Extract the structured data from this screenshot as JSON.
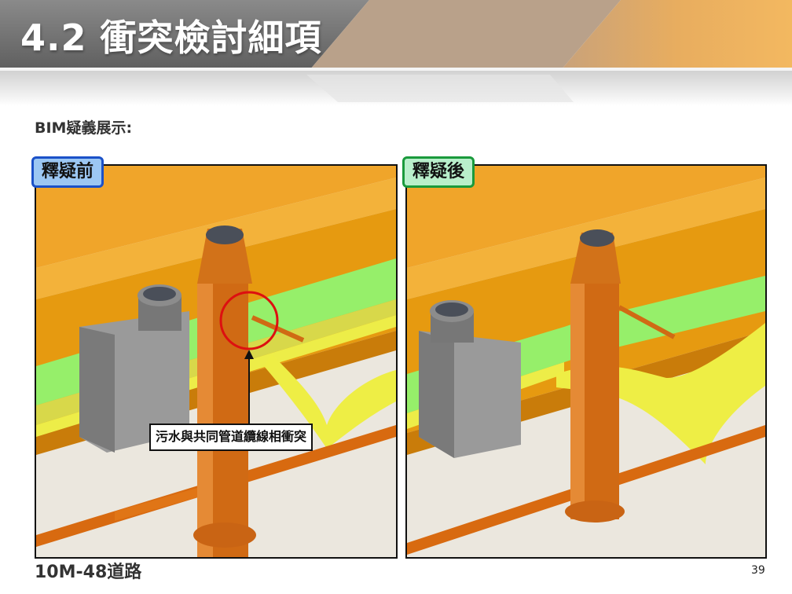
{
  "header": {
    "title": "4.2 衝突檢討細項"
  },
  "subtitle": "BIM疑義展示:",
  "panels": {
    "before": {
      "tag": "釋疑前",
      "callout": "污水與共同管道纜線相衝突"
    },
    "after": {
      "tag": "釋疑後"
    }
  },
  "footer": {
    "label": "10M-48道路",
    "page": "39"
  },
  "colors": {
    "beam_orange": "#f2a417",
    "duct_green": "#97f26e",
    "duct_yellow": "#f0f04a",
    "pipe_orange": "#d86a10",
    "box_gray": "#8f8f8f",
    "callout_ring": "#dd1010"
  },
  "icons": [
    "manhole-cap-icon",
    "conflict-circle-icon",
    "arrow-up-icon"
  ]
}
